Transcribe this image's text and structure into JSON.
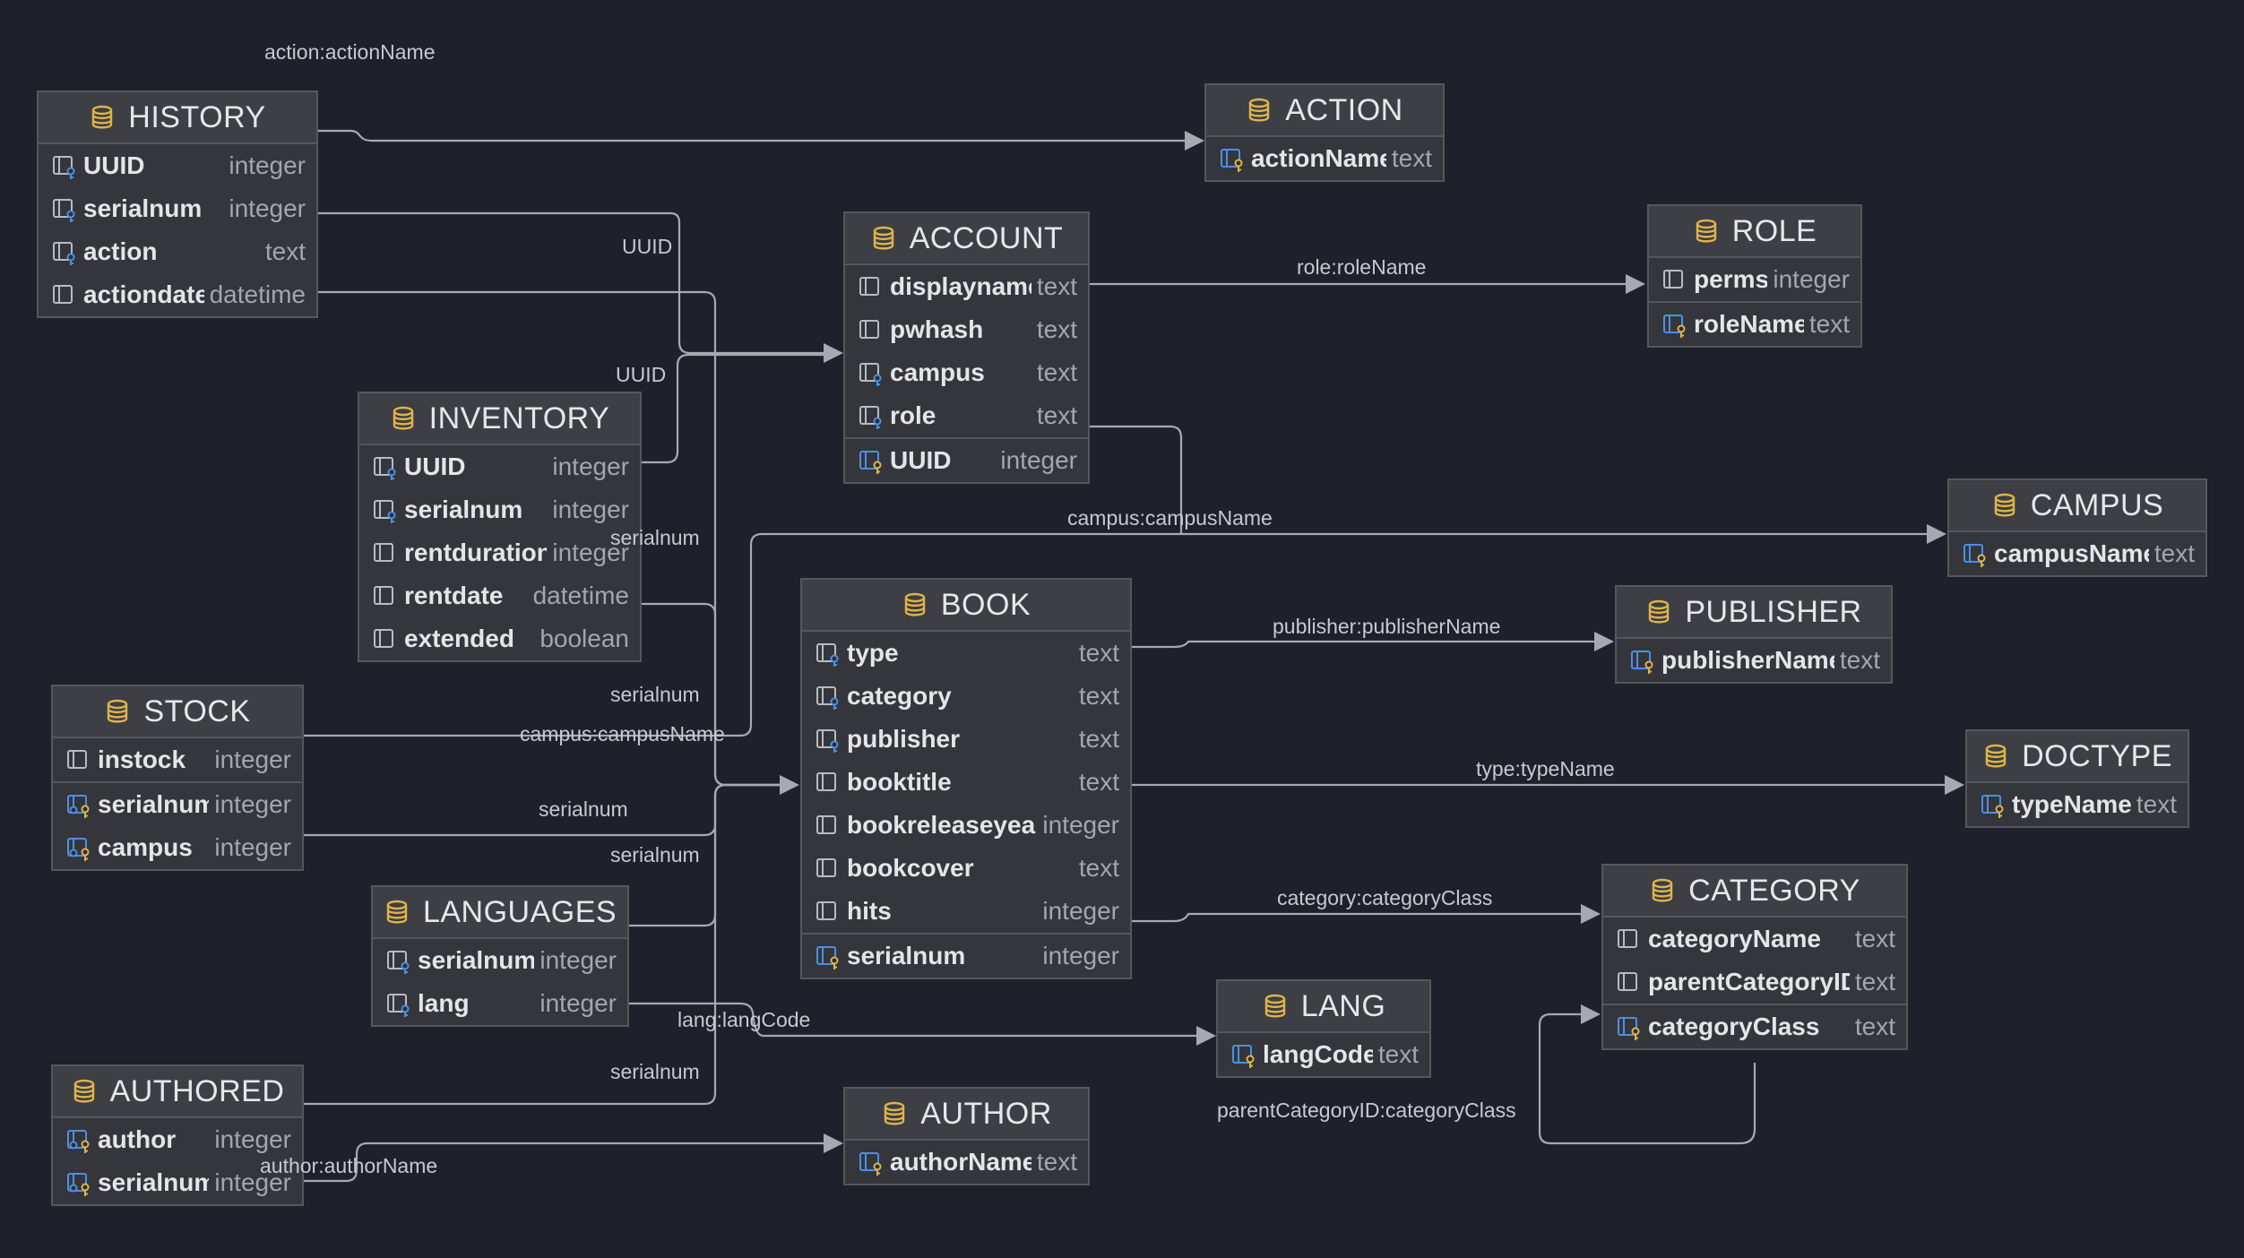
{
  "tables": {
    "history": {
      "name": "HISTORY",
      "columns": [
        {
          "name": "UUID",
          "type": "integer",
          "icon": "foreign-key-icon"
        },
        {
          "name": "serialnum",
          "type": "integer",
          "icon": "foreign-key-icon"
        },
        {
          "name": "action",
          "type": "text",
          "icon": "foreign-key-icon"
        },
        {
          "name": "actiondate",
          "type": "datetime",
          "icon": "column-icon"
        }
      ]
    },
    "action": {
      "name": "ACTION",
      "columns": [
        {
          "name": "actionName",
          "type": "text",
          "icon": "primary-key-icon"
        }
      ]
    },
    "account": {
      "name": "ACCOUNT",
      "columns": [
        {
          "name": "displayname",
          "type": "text",
          "icon": "column-icon"
        },
        {
          "name": "pwhash",
          "type": "text",
          "icon": "column-icon"
        },
        {
          "name": "campus",
          "type": "text",
          "icon": "foreign-key-icon"
        },
        {
          "name": "role",
          "type": "text",
          "icon": "foreign-key-icon"
        },
        {
          "name": "UUID",
          "type": "integer",
          "icon": "primary-key-icon"
        }
      ]
    },
    "role": {
      "name": "ROLE",
      "columns": [
        {
          "name": "perms",
          "type": "integer",
          "icon": "column-icon"
        },
        {
          "name": "roleName",
          "type": "text",
          "icon": "primary-key-icon"
        }
      ]
    },
    "inventory": {
      "name": "INVENTORY",
      "columns": [
        {
          "name": "UUID",
          "type": "integer",
          "icon": "foreign-key-icon"
        },
        {
          "name": "serialnum",
          "type": "integer",
          "icon": "foreign-key-icon"
        },
        {
          "name": "rentduration",
          "type": "integer",
          "icon": "column-icon"
        },
        {
          "name": "rentdate",
          "type": "datetime",
          "icon": "column-icon"
        },
        {
          "name": "extended",
          "type": "boolean",
          "icon": "column-icon"
        }
      ]
    },
    "campus": {
      "name": "CAMPUS",
      "columns": [
        {
          "name": "campusName",
          "type": "text",
          "icon": "primary-key-icon"
        }
      ]
    },
    "book": {
      "name": "BOOK",
      "columns": [
        {
          "name": "type",
          "type": "text",
          "icon": "foreign-key-icon"
        },
        {
          "name": "category",
          "type": "text",
          "icon": "foreign-key-icon"
        },
        {
          "name": "publisher",
          "type": "text",
          "icon": "foreign-key-icon"
        },
        {
          "name": "booktitle",
          "type": "text",
          "icon": "column-icon"
        },
        {
          "name": "bookreleaseyear",
          "type": "integer",
          "icon": "column-icon"
        },
        {
          "name": "bookcover",
          "type": "text",
          "icon": "column-icon"
        },
        {
          "name": "hits",
          "type": "integer",
          "icon": "column-icon"
        },
        {
          "name": "serialnum",
          "type": "integer",
          "icon": "primary-key-icon"
        }
      ]
    },
    "publisher": {
      "name": "PUBLISHER",
      "columns": [
        {
          "name": "publisherName",
          "type": "text",
          "icon": "primary-key-icon"
        }
      ]
    },
    "stock": {
      "name": "STOCK",
      "columns": [
        {
          "name": "instock",
          "type": "integer",
          "icon": "column-icon"
        },
        {
          "name": "serialnum",
          "type": "integer",
          "icon": "composite-key-icon"
        },
        {
          "name": "campus",
          "type": "integer",
          "icon": "composite-key-icon"
        }
      ]
    },
    "doctype": {
      "name": "DOCTYPE",
      "columns": [
        {
          "name": "typeName",
          "type": "text",
          "icon": "primary-key-icon"
        }
      ]
    },
    "languages": {
      "name": "LANGUAGES",
      "columns": [
        {
          "name": "serialnum",
          "type": "integer",
          "icon": "foreign-key-icon"
        },
        {
          "name": "lang",
          "type": "integer",
          "icon": "foreign-key-icon"
        }
      ]
    },
    "category": {
      "name": "CATEGORY",
      "columns": [
        {
          "name": "categoryName",
          "type": "text",
          "icon": "column-icon"
        },
        {
          "name": "parentCategoryID",
          "type": "text",
          "icon": "column-icon"
        },
        {
          "name": "categoryClass",
          "type": "text",
          "icon": "primary-key-icon"
        }
      ]
    },
    "lang": {
      "name": "LANG",
      "columns": [
        {
          "name": "langCode",
          "type": "text",
          "icon": "primary-key-icon"
        }
      ]
    },
    "authored": {
      "name": "AUTHORED",
      "columns": [
        {
          "name": "author",
          "type": "integer",
          "icon": "composite-key-icon"
        },
        {
          "name": "serialnum",
          "type": "integer",
          "icon": "composite-key-icon"
        }
      ]
    },
    "author": {
      "name": "AUTHOR",
      "columns": [
        {
          "name": "authorName",
          "type": "text",
          "icon": "primary-key-icon"
        }
      ]
    }
  },
  "edge_labels": {
    "action": "action:actionName",
    "history_uuid": "UUID",
    "inventory_uuid": "UUID",
    "role": "role:roleName",
    "campus_account": "campus:campusName",
    "inventory_serialnum": "serialnum",
    "publisher": "publisher:publisherName",
    "stock_serialnum_top": "serialnum",
    "campus_stock": "campus:campusName",
    "stock_serialnum": "serialnum",
    "languages_serialnum": "serialnum",
    "type": "type:typeName",
    "category": "category:categoryClass",
    "lang": "lang:langCode",
    "authored_serialnum": "serialnum",
    "author": "author:authorName",
    "parent_category": "parentCategoryID:categoryClass"
  },
  "colors": {
    "background": "#1f2029",
    "table_body": "#34363b",
    "table_header": "#3d3f44",
    "border": "#55575d",
    "edge": "#a8a9b0",
    "key_gold": "#e0b44a",
    "key_blue": "#4d8fe3"
  }
}
